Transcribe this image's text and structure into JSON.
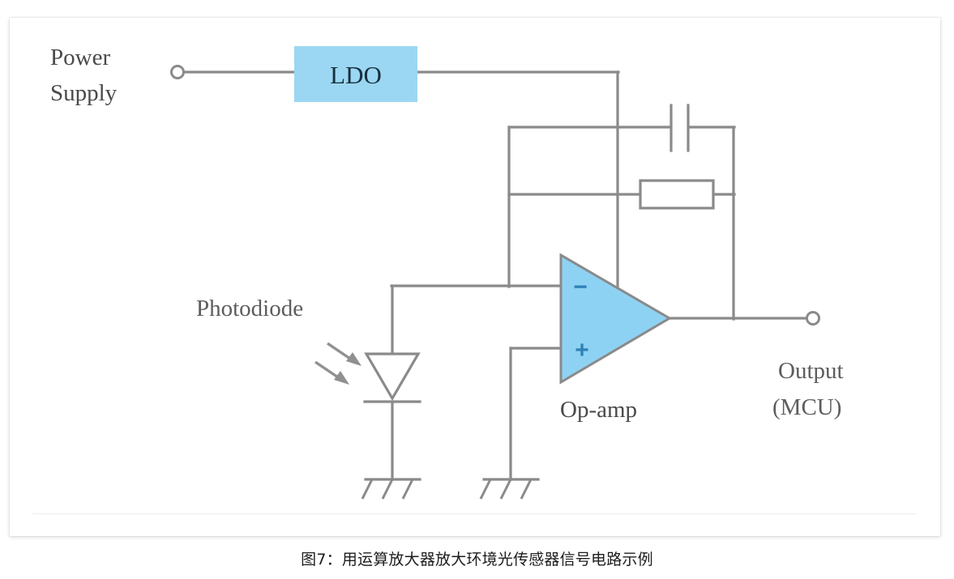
{
  "figure": {
    "caption": "图7：用运算放大器放大环境光传感器信号电路示例",
    "background_color": "#ffffff",
    "wire_color": "#8a8a8a",
    "accent_blue": "#9bd7f2",
    "sign_blue": "#2d82b5"
  },
  "labels": {
    "power_supply_line1": "Power",
    "power_supply_line2": "Supply",
    "photodiode": "Photodiode",
    "opamp": "Op-amp",
    "output_line1": "Output",
    "output_line2": "(MCU)"
  },
  "components": {
    "ldo": {
      "label": "LDO",
      "fill": "#9bd7f2",
      "type": "block"
    },
    "opamp": {
      "label": "Op-amp",
      "fill": "#8ed2f3",
      "inverting_sign": "−",
      "noninverting_sign": "+",
      "type": "triangle"
    },
    "capacitor": {
      "name": "feedback-capacitor",
      "type": "capacitor"
    },
    "resistor": {
      "name": "feedback-resistor",
      "type": "resistor"
    },
    "photodiode": {
      "name": "photodiode",
      "type": "photodiode"
    },
    "grounds": [
      {
        "name": "photodiode-ground"
      },
      {
        "name": "noninverting-input-ground"
      }
    ],
    "terminals": [
      {
        "name": "power-supply-terminal"
      },
      {
        "name": "output-terminal"
      }
    ]
  }
}
